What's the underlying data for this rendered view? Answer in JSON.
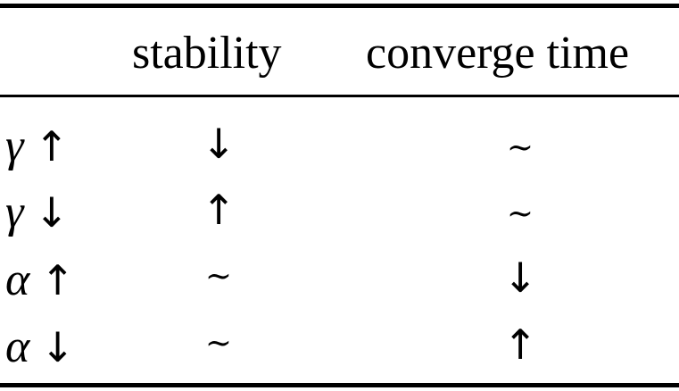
{
  "table": {
    "headers": [
      "",
      "stability",
      "converge time"
    ],
    "rows": [
      {
        "param": "γ",
        "direction": "↑",
        "stability": "↓",
        "converge_time": "~"
      },
      {
        "param": "γ",
        "direction": "↓",
        "stability": "↑",
        "converge_time": "~"
      },
      {
        "param": "α",
        "direction": "↑",
        "stability": "~",
        "converge_time": "↓"
      },
      {
        "param": "α",
        "direction": "↓",
        "stability": "~",
        "converge_time": "↑"
      }
    ]
  }
}
